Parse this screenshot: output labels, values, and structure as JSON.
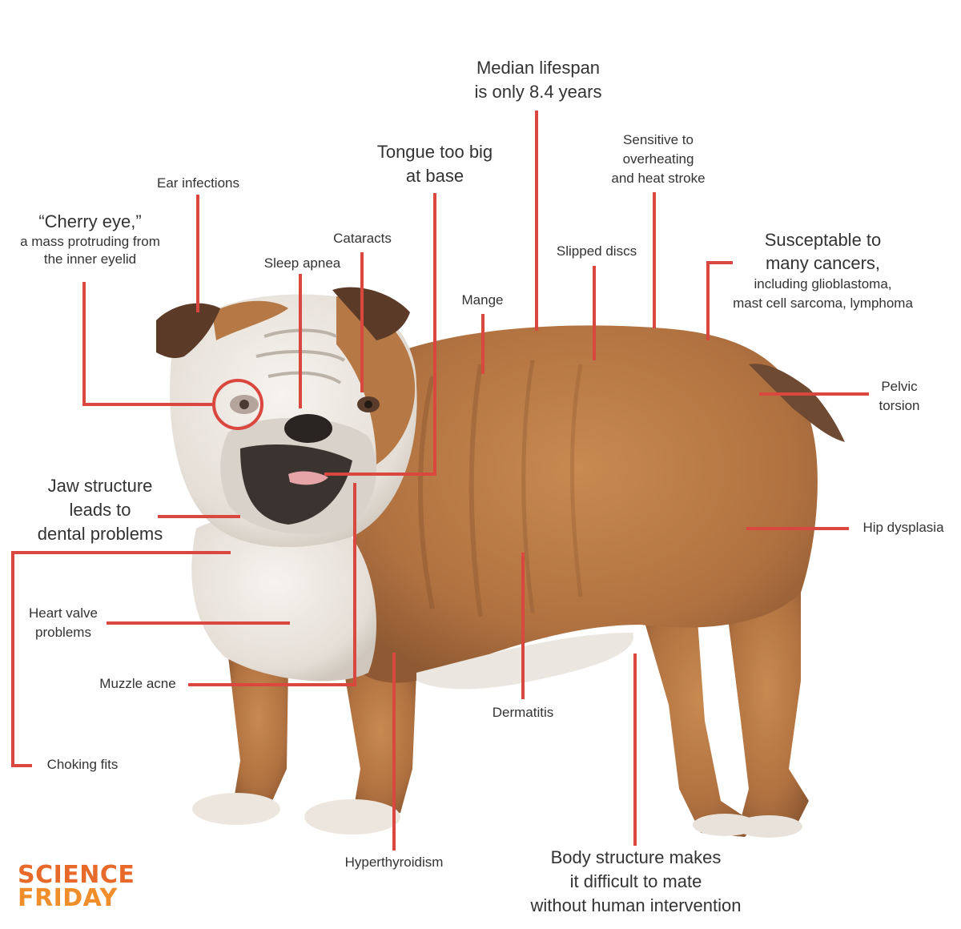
{
  "colors": {
    "leader": "#d9473f",
    "text": "#333333",
    "logo_orange": "#e86a2a",
    "logo_yellow": "#f2a42c",
    "dog_tan": "#b77a45",
    "dog_white": "#ece8e2"
  },
  "annotations": {
    "median_lifespan": {
      "text": "Median lifespan\nis only 8.4 years"
    },
    "tongue": {
      "text": "Tongue too big\nat base"
    },
    "sensitive_heat": {
      "text": "Sensitive to\noverheating\nand heat stroke"
    },
    "ear_infections": {
      "text": "Ear infections"
    },
    "cherry_eye": {
      "title": "“Cherry eye,”",
      "sub": "a mass protruding from\nthe inner eyelid"
    },
    "cataracts": {
      "text": "Cataracts"
    },
    "sleep_apnea": {
      "text": "Sleep apnea"
    },
    "slipped_discs": {
      "text": "Slipped discs"
    },
    "cancers": {
      "title": "Susceptable to\nmany cancers,",
      "sub": "including glioblastoma,\nmast cell sarcoma, lymphoma"
    },
    "mange": {
      "text": "Mange"
    },
    "pelvic_torsion": {
      "text": "Pelvic\ntorsion"
    },
    "jaw_structure": {
      "text": "Jaw structure\nleads to\ndental problems"
    },
    "hip_dysplasia": {
      "text": "Hip dysplasia"
    },
    "heart_valve": {
      "text": "Heart valve\nproblems"
    },
    "muzzle_acne": {
      "text": "Muzzle acne"
    },
    "dermatitis": {
      "text": "Dermatitis"
    },
    "choking_fits": {
      "text": "Choking fits"
    },
    "hyperthyroidism": {
      "text": "Hyperthyroidism"
    },
    "body_structure": {
      "text": "Body structure makes\nit difficult to mate\nwithout human intervention"
    }
  },
  "logo": {
    "line1": "SCIENCE",
    "line2": "FRIDAY"
  }
}
